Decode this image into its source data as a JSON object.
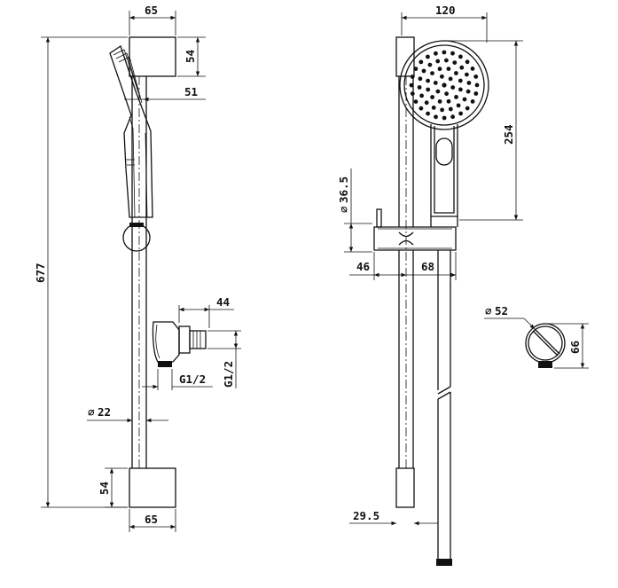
{
  "dimensions": {
    "left_top_width": "65",
    "left_top_height": "54",
    "head_offset": "51",
    "total_height": "677",
    "outlet_width": "44",
    "outlet_thread_h": "G1/2",
    "outlet_thread_v": "G1/2",
    "rail_diameter": "22",
    "left_bottom_height": "54",
    "left_bottom_width": "65",
    "head_width": "120",
    "head_length": "254",
    "slider_diameter": "36.5",
    "slider_left": "46",
    "slider_right": "68",
    "outlet_diameter": "52",
    "outlet_depth": "66",
    "bottom_offset": "29.5"
  },
  "symbols": {
    "diameter": "∅"
  }
}
